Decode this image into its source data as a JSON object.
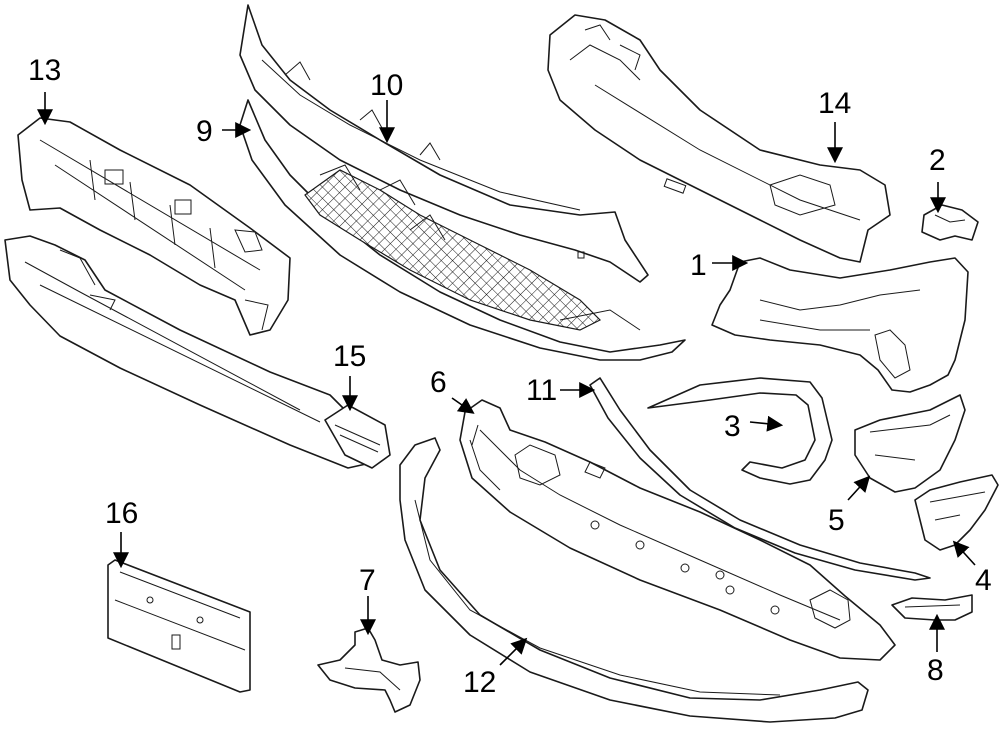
{
  "callouts": {
    "c1": "1",
    "c2": "2",
    "c3": "3",
    "c4": "4",
    "c5": "5",
    "c6": "6",
    "c7": "7",
    "c8": "8",
    "c9": "9",
    "c10": "10",
    "c11": "11",
    "c12": "12",
    "c13": "13",
    "c14": "14",
    "c15": "15",
    "c16": "16"
  },
  "colors": {
    "line": "#1a1a1a",
    "background": "#ffffff"
  }
}
